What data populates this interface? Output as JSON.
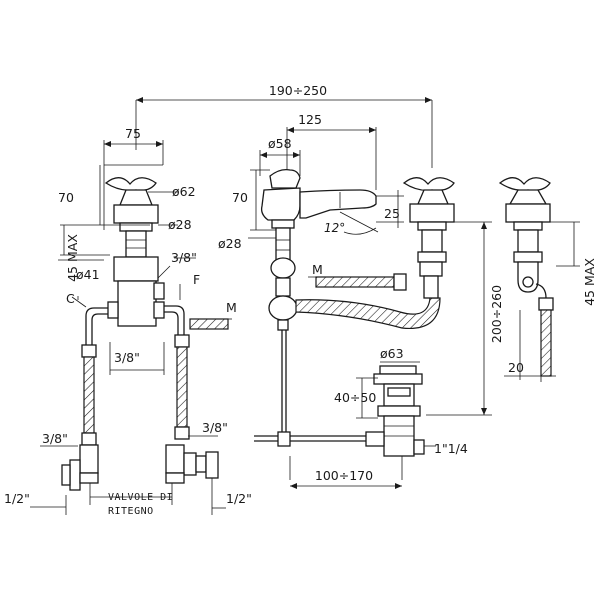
{
  "labels": {
    "center_distance": "190÷250",
    "width_75": "75",
    "spout_reach": "125",
    "dia_58": "ø58",
    "height_70_left": "70",
    "height_70_mid": "70",
    "dia_62": "ø62",
    "dia_28_left": "ø28",
    "dia_28_mid": "ø28",
    "dim_25": "25",
    "angle": "12°",
    "max_45_left": "45 MAX",
    "max_45_right": "45 MAX",
    "thread_38_top": "3/8\"",
    "dia_41": "ø41",
    "f_label": "F",
    "c_label": "C",
    "m_label_left": "M",
    "m_label_mid": "M",
    "thread_38_mid": "3/8\"",
    "thread_38_low_left": "3/8\"",
    "thread_38_low_right": "3/8\"",
    "thread_12_left": "1/2\"",
    "thread_12_right": "1/2\"",
    "valve_line1": "VALVOLE DI",
    "valve_line2": "RITEGNO",
    "dia_63": "ø63",
    "dim_40_50": "40÷50",
    "dim_200_260": "200÷260",
    "thread_114": "1\"1/4",
    "dim_100_170": "100÷170",
    "dim_20": "20"
  }
}
